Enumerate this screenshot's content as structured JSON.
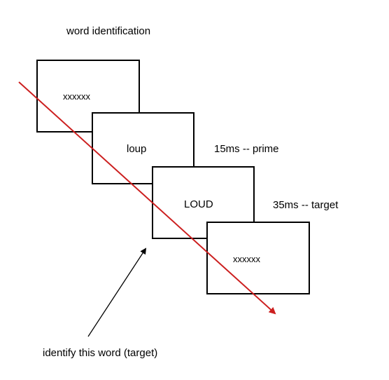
{
  "title": "word identification",
  "frames": [
    {
      "id": "frame-1",
      "text": "xxxxxx"
    },
    {
      "id": "frame-2",
      "text": "loup"
    },
    {
      "id": "frame-3",
      "text": "LOUD"
    },
    {
      "id": "frame-4",
      "text": "xxxxxx"
    }
  ],
  "labels": {
    "prime": "15ms -- prime",
    "target": "35ms -- target",
    "instruction": "identify this word (target)"
  },
  "colors": {
    "frame_border": "#000000",
    "time_arrow": "#cc1f1f",
    "pointer_arrow": "#000000"
  }
}
